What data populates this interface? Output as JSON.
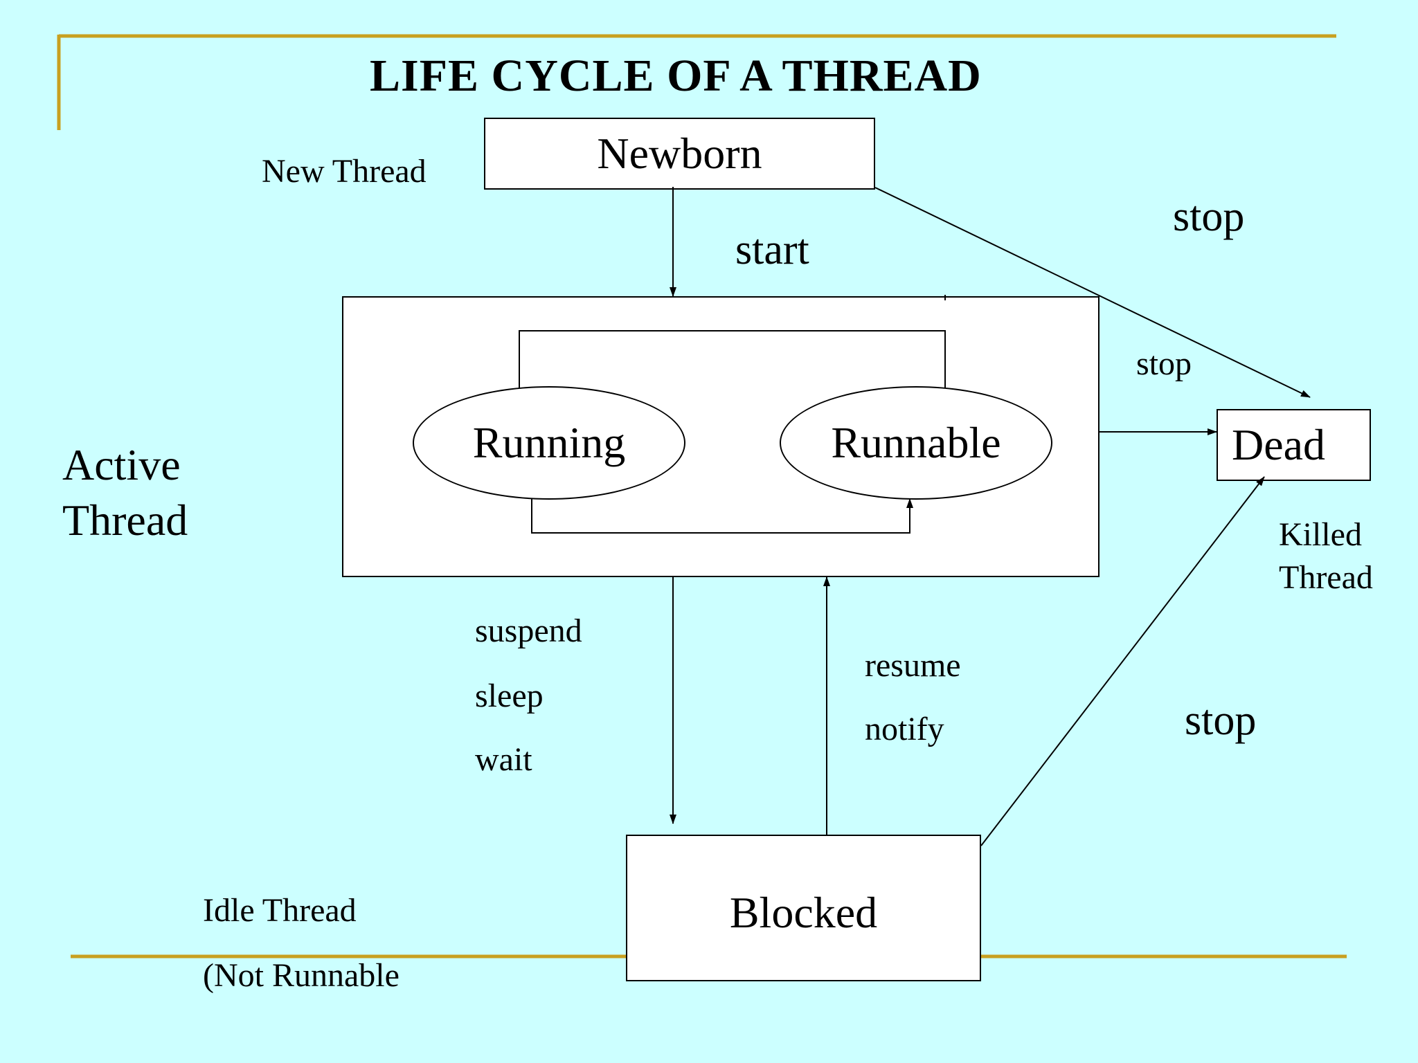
{
  "title": "LIFE CYCLE OF A THREAD",
  "colors": {
    "background": "#ccffff",
    "accent_lines": "#c8a020",
    "node_fill": "#ffffff",
    "stroke": "#000000"
  },
  "states": {
    "newborn": "Newborn",
    "running": "Running",
    "runnable": "Runnable",
    "dead": "Dead",
    "blocked": "Blocked"
  },
  "labels": {
    "new_thread": "New Thread",
    "active_thread_line1": "Active",
    "active_thread_line2": "Thread",
    "killed_thread_line1": "Killed",
    "killed_thread_line2": "Thread",
    "idle_thread": "Idle Thread",
    "not_runnable": "(Not Runnable"
  },
  "transitions": {
    "start": "start",
    "stop_newborn": "stop",
    "stop_active": "stop",
    "stop_blocked": "stop",
    "suspend": "suspend",
    "sleep": "sleep",
    "wait": "wait",
    "resume": "resume",
    "notify": "notify"
  }
}
